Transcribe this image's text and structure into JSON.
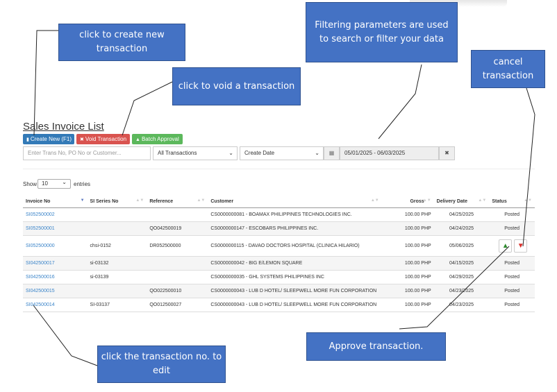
{
  "page": {
    "title": "Sales Invoice List"
  },
  "toolbar": {
    "create_label": "Create New (F1)",
    "void_label": "Void Transaction",
    "batch_label": "Batch Approval",
    "create_icon": "file-icon",
    "void_icon": "x-icon",
    "batch_icon": "thumbs-up-icon"
  },
  "filters": {
    "search_placeholder": "Enter Trans No, PO No or Customer...",
    "transaction_type": "All Transactions",
    "date_field": "Create Date",
    "date_range": "05/01/2025 - 06/03/2025"
  },
  "length": {
    "show": "Show",
    "value": "10",
    "entries": "entries"
  },
  "columns": [
    "Invoice No",
    "SI Series No",
    "Reference",
    "Customer",
    "Gross",
    "Delivery Date",
    "Status"
  ],
  "rows": [
    {
      "invoice": "SI052500002",
      "series": "",
      "reference": "",
      "customer": "CS0000000081 - BOAMAX PHILIPPINES TECHNOLOGIES INC.",
      "gross": "100.00 PHP",
      "delivery": "04/25/2025",
      "status": "Posted"
    },
    {
      "invoice": "SI052500001",
      "series": "",
      "reference": "QO042500019",
      "customer": "CS0000000147 - ESCOBARS PHILIPPINES INC.",
      "gross": "100.00 PHP",
      "delivery": "04/24/2025",
      "status": "Posted"
    },
    {
      "invoice": "SI052500000",
      "series": "chsi-0152",
      "reference": "DR052500000",
      "customer": "CS0000000115 - DAVAO DOCTORS HOSPITAL (CLINICA HILARIO)",
      "gross": "100.00 PHP",
      "delivery": "05/06/2025",
      "status": ""
    },
    {
      "invoice": "SI042500017",
      "series": "si-03132",
      "reference": "",
      "customer": "CS0000000042 - BIG E/LEMON SQUARE",
      "gross": "100.00 PHP",
      "delivery": "04/15/2025",
      "status": "Posted"
    },
    {
      "invoice": "SI042500016",
      "series": "si-03139",
      "reference": "",
      "customer": "CS0000000035 - GHL SYSTEMS PHILIPPINES INC",
      "gross": "100.00 PHP",
      "delivery": "04/29/2025",
      "status": "Posted"
    },
    {
      "invoice": "SI042500015",
      "series": "",
      "reference": "QO022500010",
      "customer": "CS0000000043 - LUB D HOTEL/ SLEEPWELL MORE FUN CORPORATION",
      "gross": "100.00 PHP",
      "delivery": "04/23/2025",
      "status": "Posted"
    },
    {
      "invoice": "SI042500014",
      "series": "SI-03137",
      "reference": "QO012500027",
      "customer": "CS0000000043 - LUB D HOTEL/ SLEEPWELL MORE FUN CORPORATION",
      "gross": "100.00 PHP",
      "delivery": "04/23/2025",
      "status": "Posted"
    }
  ],
  "row_actions": {
    "approve_icon": "thumbs-up-icon",
    "cancel_icon": "thumbs-down-icon"
  },
  "annotations": {
    "create": "click to create new transaction",
    "void": "click to void a transaction",
    "filter": "Filtering parameters are used to search or filter your data",
    "cancel": "cancel transaction",
    "approve": "Approve transaction.",
    "edit": "click the transaction no. to edit"
  },
  "colors": {
    "primary": "#337ab7",
    "danger": "#d9534f",
    "success": "#5cb85c",
    "callout": "#4472c4",
    "link": "#3a84c9"
  }
}
